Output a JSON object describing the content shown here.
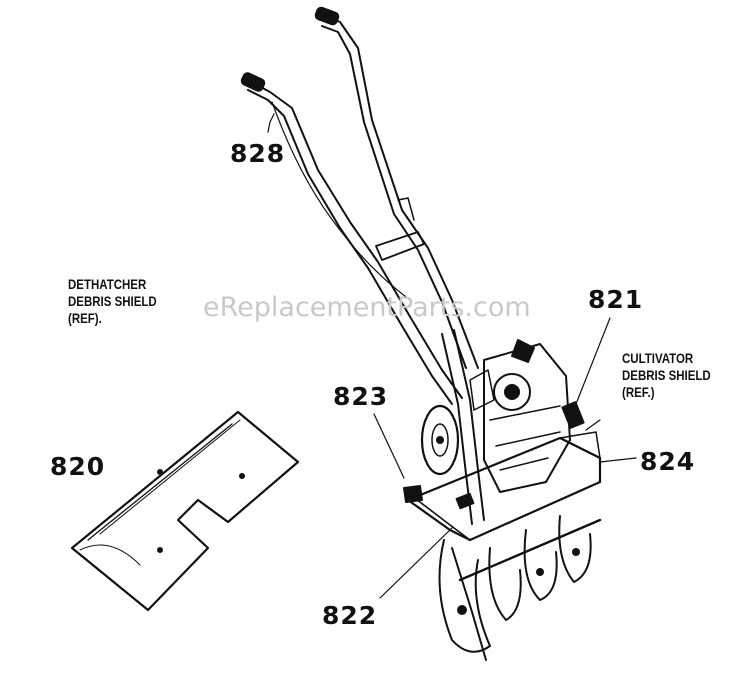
{
  "watermark": "eReplacementParts.com",
  "labels": {
    "dethatcher_shield": [
      "DETHATCHER",
      "DEBRIS SHIELD",
      "(REF)."
    ],
    "cultivator_shield": [
      "CULTIVATOR",
      "DEBRIS SHIELD",
      "(REF.)"
    ]
  },
  "parts": {
    "p820": "820",
    "p821": "821",
    "p822": "822",
    "p823": "823",
    "p824": "824",
    "p828": "828"
  }
}
